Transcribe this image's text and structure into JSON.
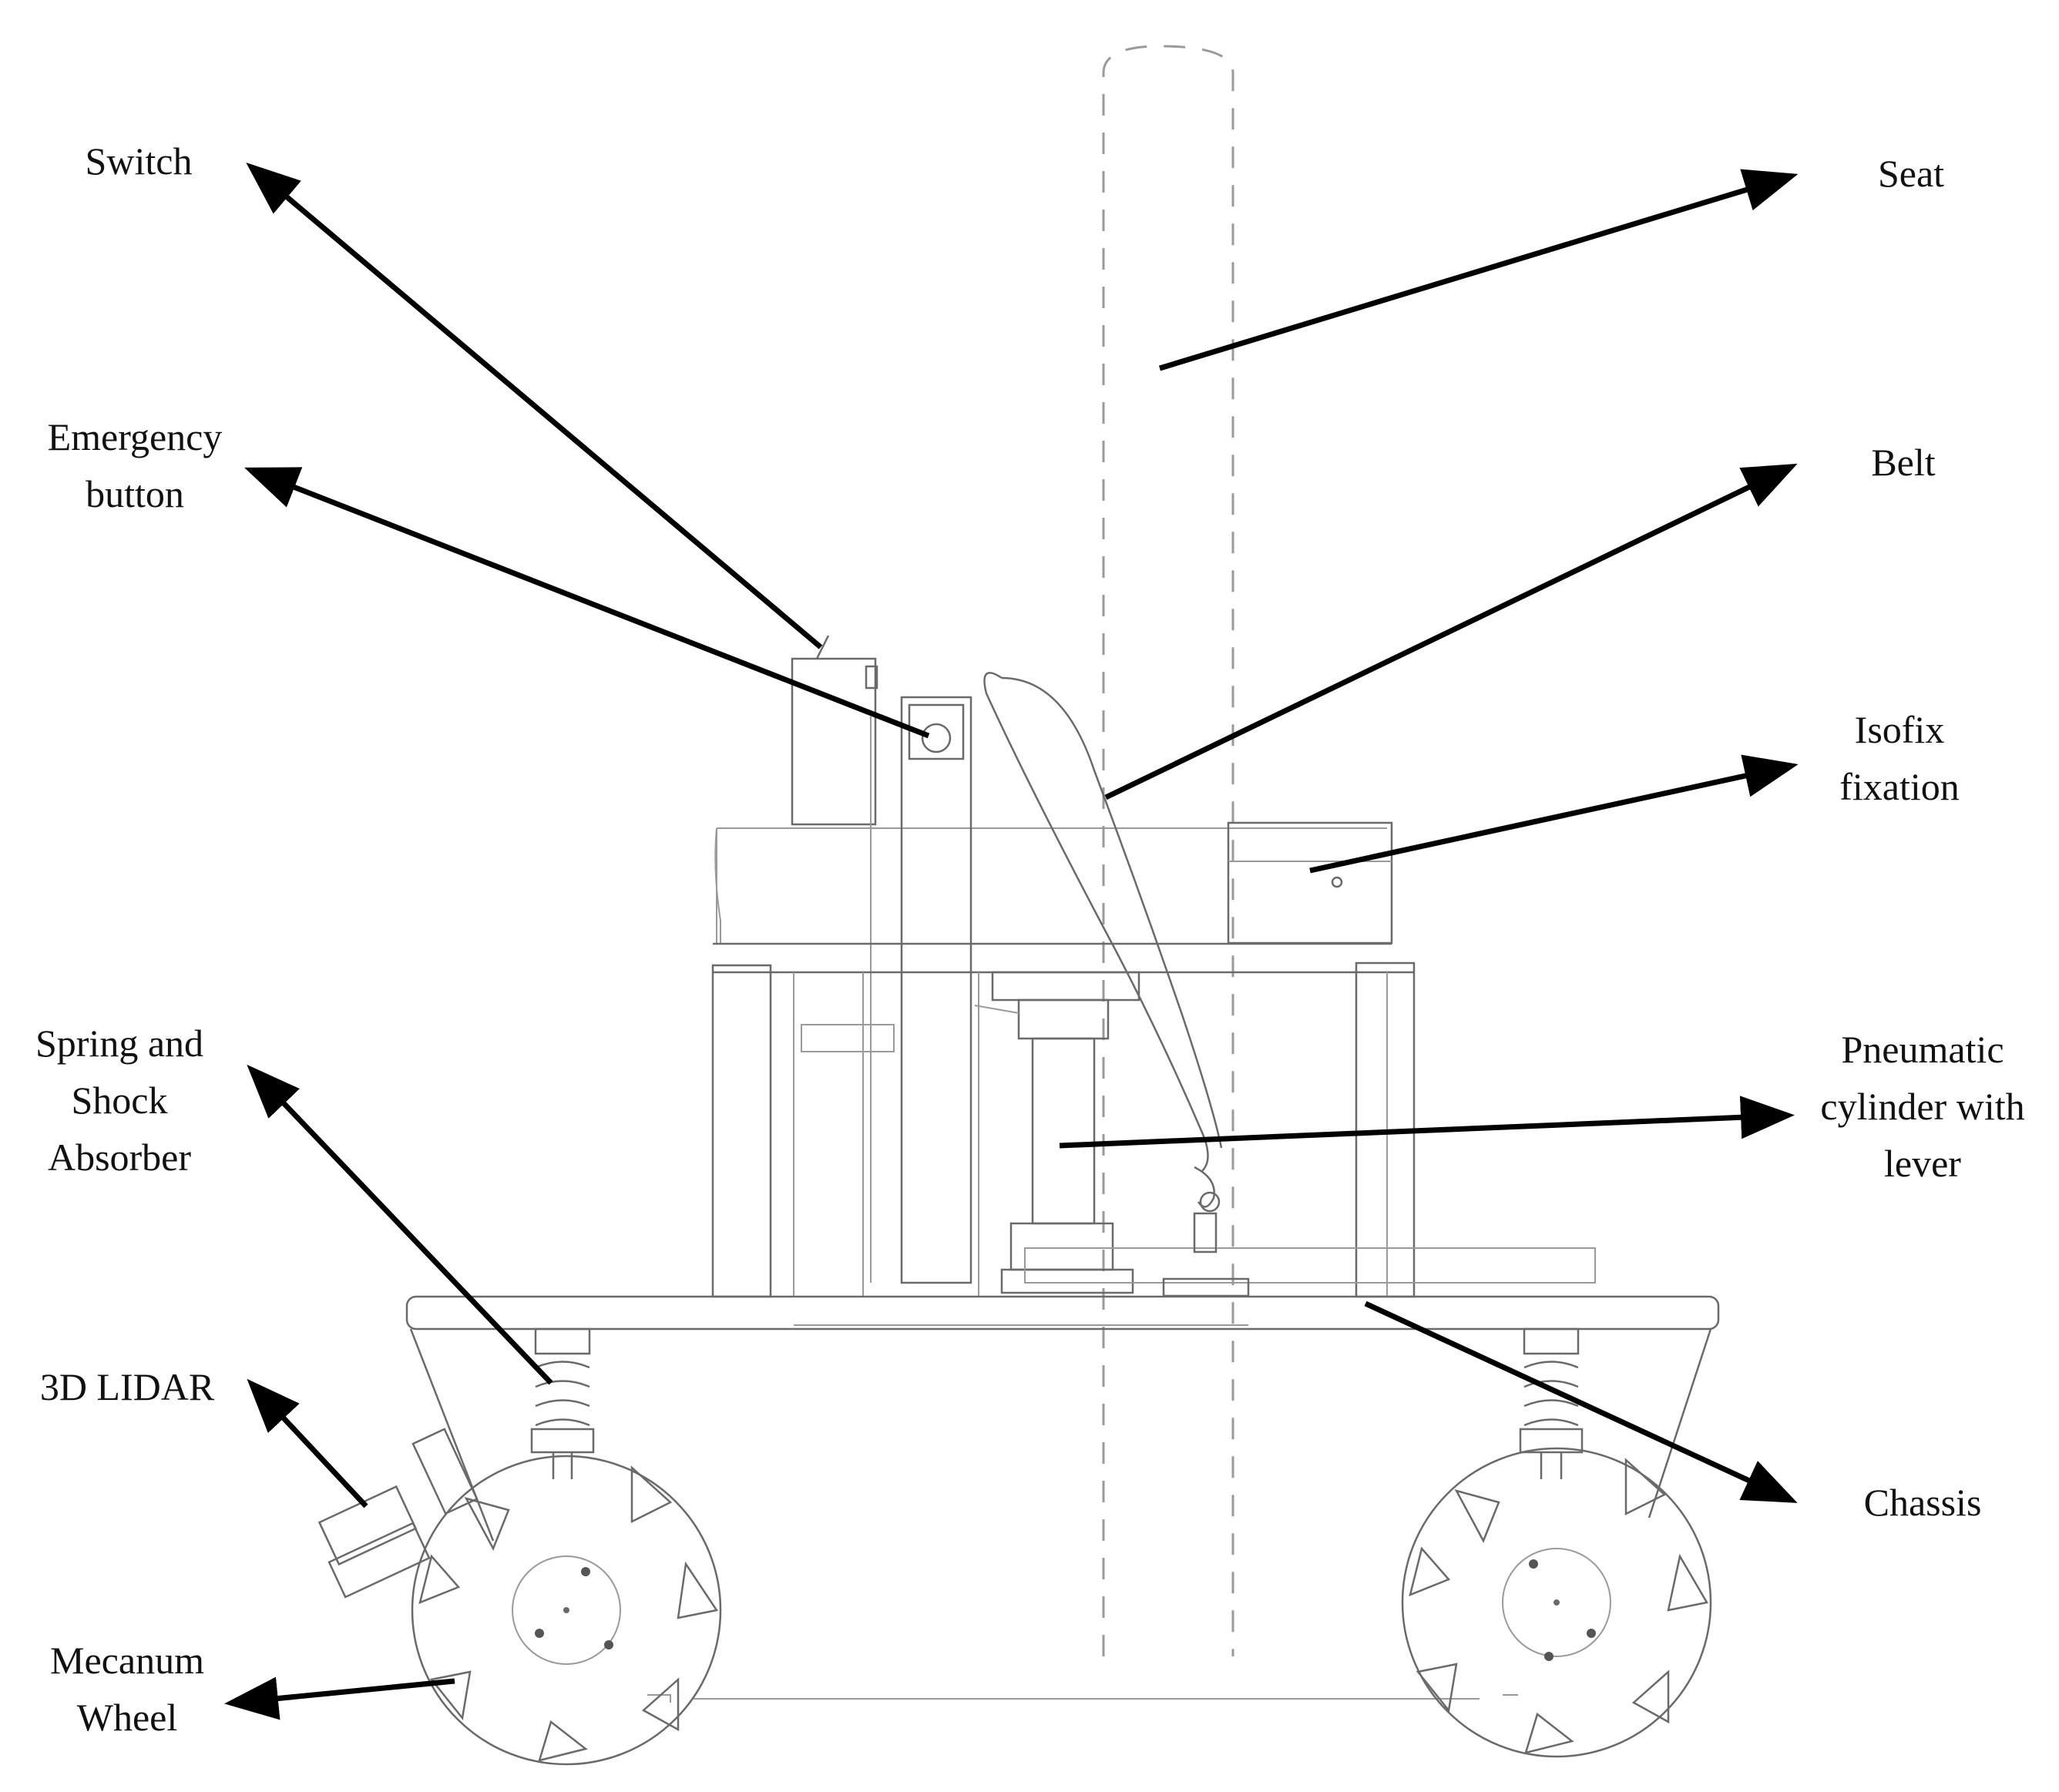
{
  "labels": {
    "switch": "Switch",
    "emergency_button": [
      "Emergency",
      "button"
    ],
    "seat": "Seat",
    "belt": "Belt",
    "isofix": [
      "Isofix",
      "fixation"
    ],
    "spring_shock": [
      "Spring and",
      "Shock",
      "Absorber"
    ],
    "pneumatic": [
      "Pneumatic",
      "cylinder with",
      "lever"
    ],
    "lidar": "3D LIDAR",
    "chassis": "Chassis",
    "mecanum": [
      "Mecanum",
      "Wheel"
    ]
  },
  "colors": {
    "leader": "#000000",
    "sketch": "#6a6a6a",
    "text": "#111111"
  }
}
